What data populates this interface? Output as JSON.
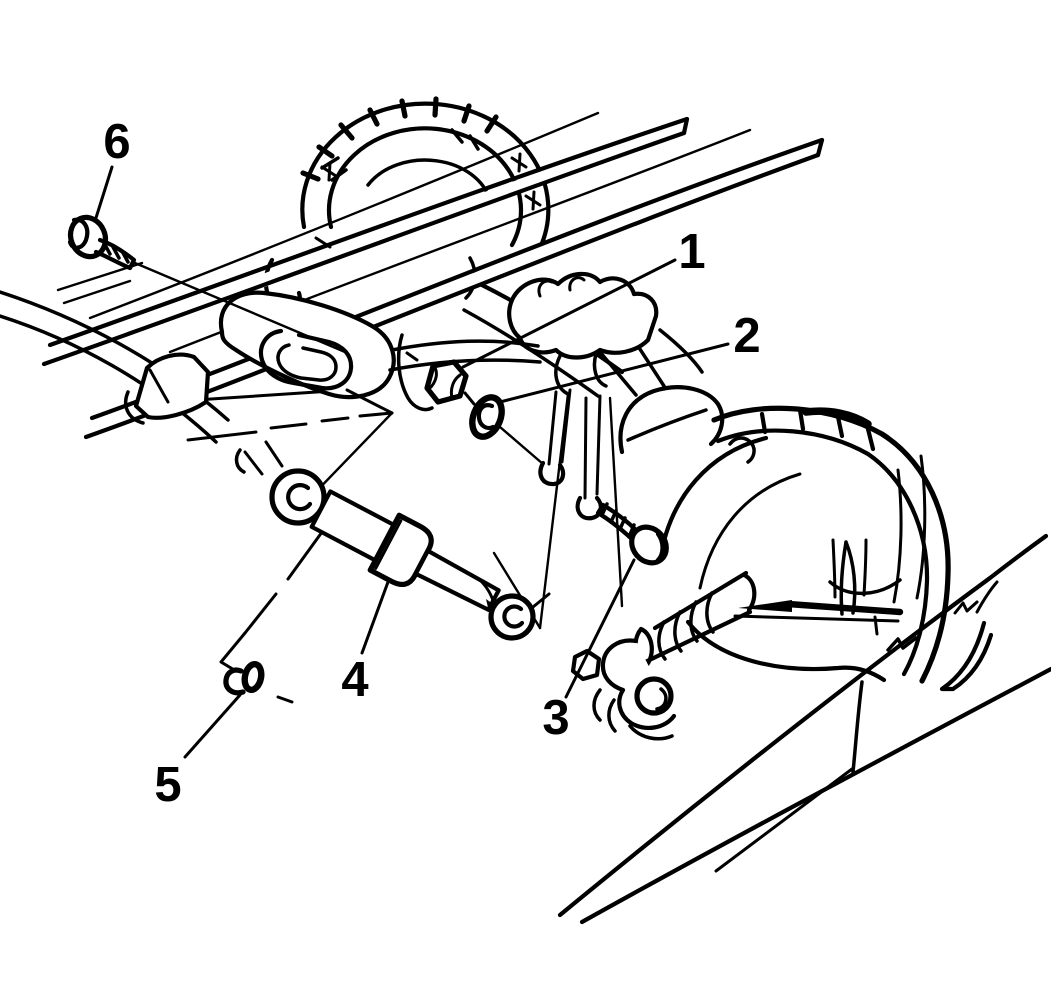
{
  "figure": {
    "type": "exploded-parts-line-diagram",
    "subject": "rear-axle-shock-absorber-mounting",
    "colors": {
      "background": "#ffffff",
      "line": "#000000"
    },
    "callouts": [
      {
        "label": "1",
        "part": "shock-upper-mount-nut"
      },
      {
        "label": "2",
        "part": "shock-upper-mount-washer"
      },
      {
        "label": "3",
        "part": "shock-lower-mount-bolt"
      },
      {
        "label": "4",
        "part": "shock-absorber"
      },
      {
        "label": "5",
        "part": "shock-lower-mount-nut"
      },
      {
        "label": "6",
        "part": "shock-upper-mount-bolt"
      }
    ]
  }
}
